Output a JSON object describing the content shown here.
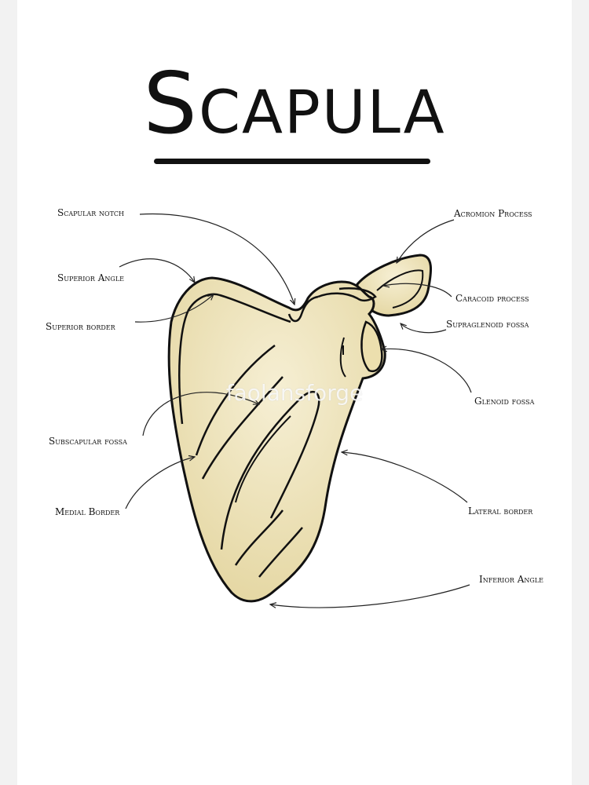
{
  "title": "Scapula",
  "watermark": "faolansforge",
  "colors": {
    "bone_fill": "#efe5bd",
    "bone_shade": "#e3d49c",
    "outline": "#111111",
    "pointer": "#222222"
  },
  "labels": {
    "scapular_notch": "Scapular notch",
    "superior_angle": "Superior Angle",
    "superior_border": "Superior border",
    "subscapular_fossa": "Subscapular fossa",
    "medial_border": "Medial Border",
    "acromion_process": "Acromion Process",
    "coracoid_process": "Caracoid process",
    "supraglenoid_fossa": "Supraglenoid fossa",
    "glenoid_fossa": "Glenoid fossa",
    "lateral_border": "Lateral border",
    "inferior_angle": "Inferior Angle"
  }
}
